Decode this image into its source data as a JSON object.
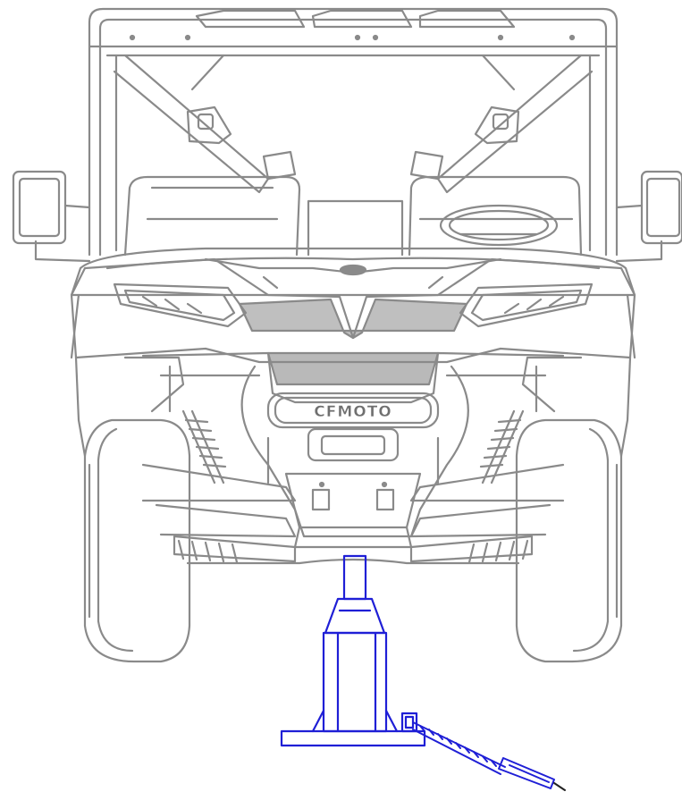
{
  "diagram": {
    "grille_logo_text": "CFMOTO",
    "colors": {
      "vehicle": "#8a8a8a",
      "vehicle_dark": "#6f6f6f",
      "jack": "#1f1fd6",
      "background": "#ffffff"
    },
    "icons": {
      "vehicle": "utv-front-view",
      "jack": "bottle-jack",
      "handle": "jack-handle"
    }
  }
}
